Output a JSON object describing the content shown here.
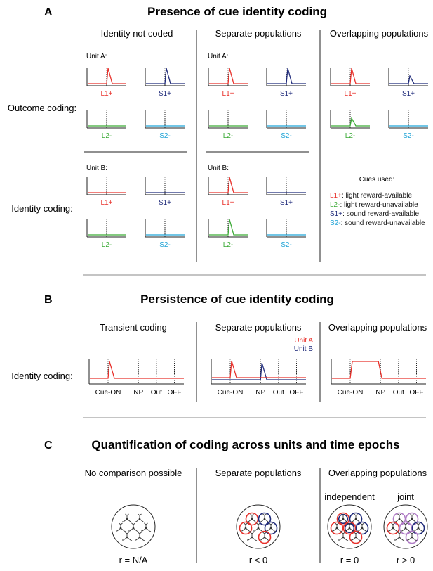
{
  "colors": {
    "red": "#e8302a",
    "navy": "#1f2a7a",
    "green": "#3aaa35",
    "cyan": "#1fa3d6",
    "purple": "#b07cc6",
    "black": "#111111",
    "grey": "#777777"
  },
  "panelA": {
    "letter": "A",
    "title": "Presence of cue identity coding",
    "columns": [
      "Identity not coded",
      "Separate populations",
      "Overlapping populations"
    ],
    "row_labels": [
      "Outcome coding:",
      "Identity coding:"
    ],
    "unit_a": "Unit A:",
    "unit_b": "Unit B:",
    "cue_labels": [
      "L1+",
      "S1+",
      "L2-",
      "S2-"
    ],
    "cues_used_title": "Cues used:",
    "cues_used": [
      {
        "code": "L1+",
        "desc": ": light reward-available"
      },
      {
        "code": "L2-",
        "desc": ": light reward-unavailable"
      },
      {
        "code": "S1+",
        "desc": ": sound reward-available"
      },
      {
        "code": "S2-",
        "desc": ": sound reward-unavailable"
      }
    ]
  },
  "panelB": {
    "letter": "B",
    "title": "Persistence of cue identity coding",
    "columns": [
      "Transient coding",
      "Separate populations",
      "Overlapping populations"
    ],
    "row_label": "Identity coding:",
    "legend": [
      "Unit A",
      "Unit B"
    ],
    "epochs": [
      "Cue-ON",
      "NP",
      "Out",
      "OFF"
    ]
  },
  "panelC": {
    "letter": "C",
    "title": "Quantification of coding across units and time epochs",
    "columns": [
      "No comparison possible",
      "Separate populations",
      "Overlapping populations"
    ],
    "sub_labels": [
      "independent",
      "joint"
    ],
    "r_labels": [
      "r = N/A",
      "r < 0",
      "r = 0",
      "r > 0"
    ]
  }
}
